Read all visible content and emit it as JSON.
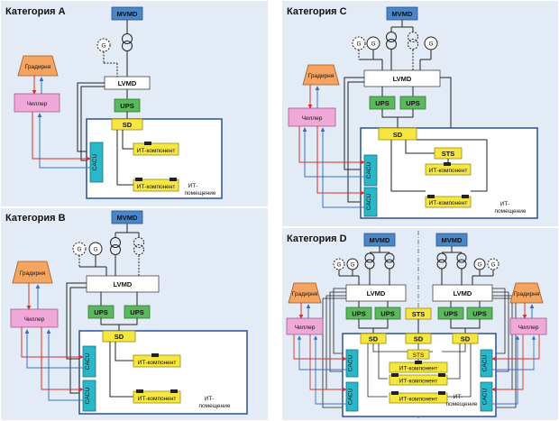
{
  "panels": {
    "a": {
      "title": "Категория А"
    },
    "b": {
      "title": "Категория B"
    },
    "c": {
      "title": "Категория C"
    },
    "d": {
      "title": "Категория D"
    }
  },
  "labels": {
    "mvmd": "MVMD",
    "lvmd": "LVMD",
    "ups": "UPS",
    "sd": "SD",
    "sts": "STS",
    "cacu": "CACU",
    "chiller": "Чиллер",
    "tower": "Градирня",
    "generator": "G",
    "it_component": "ИТ-компонент",
    "it_room_line1": "ИТ-",
    "it_room_line2": "помещение"
  },
  "colors": {
    "mvmd": "#4a86c8",
    "lvmd": "#ffffff",
    "ups": "#5cb85c",
    "sd": "#f5e642",
    "cacu": "#2ab7c9",
    "chiller": "#f0a8d8",
    "tower": "#f4a460",
    "panel_bg": "#e3ecf6",
    "room_border": "#2a4f9a",
    "supply": "#d9302c",
    "return": "#3a6fc0"
  }
}
